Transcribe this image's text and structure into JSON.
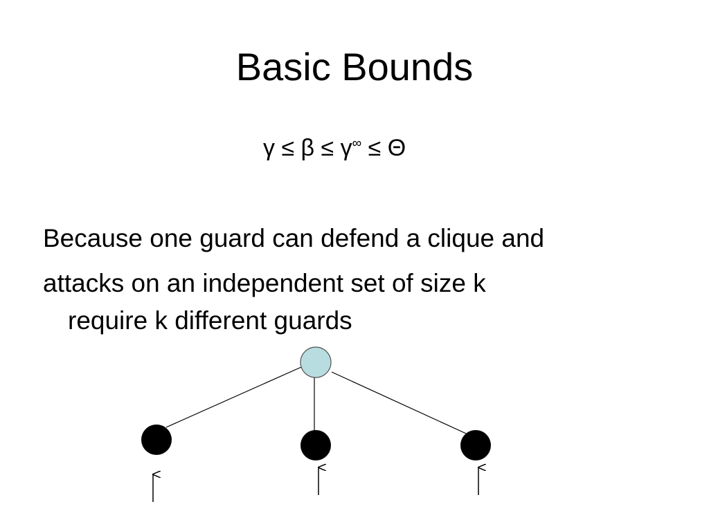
{
  "slide": {
    "title": "Basic Bounds",
    "formula": {
      "part1": "γ ≤ β ≤ γ",
      "sup": "∞",
      "part2": " ≤ Θ"
    },
    "bullets": [
      {
        "line1": "Because one guard can defend a clique and"
      },
      {
        "line1": "attacks on an independent set of size k",
        "line2": "require k different guards"
      }
    ]
  },
  "colors": {
    "top_node_fill": "#b8dde0",
    "leaf_node_fill": "#000000",
    "edge": "#000000"
  }
}
